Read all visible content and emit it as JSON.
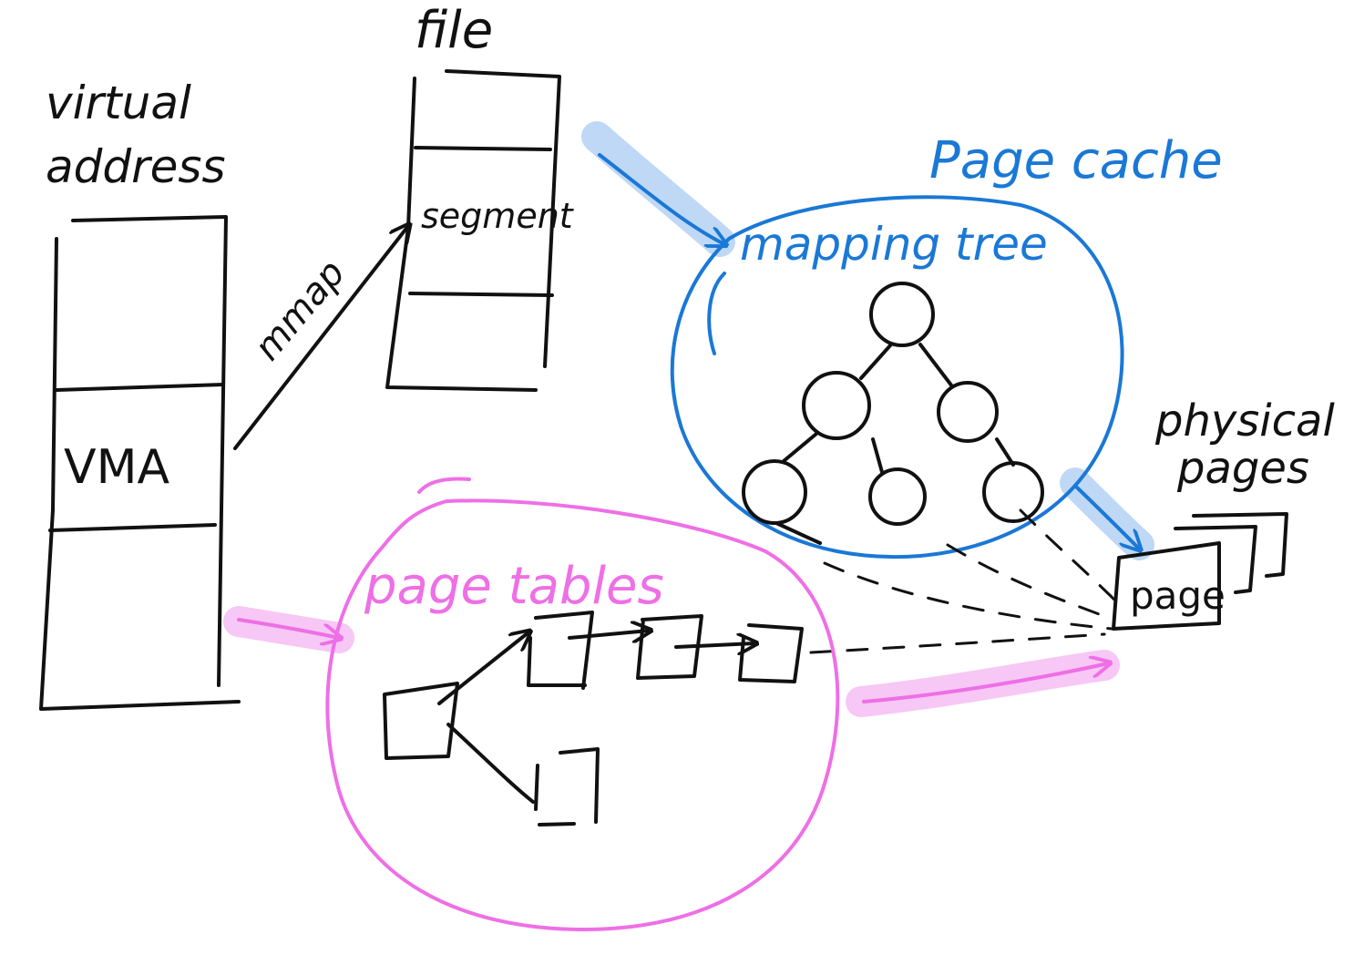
{
  "labels": {
    "virtual_address_line1": "virtual",
    "virtual_address_line2": "address",
    "vma": "VMA",
    "file": "file",
    "segment": "segment",
    "mmap": "mmap",
    "page_cache": "Page cache",
    "mapping_tree": "mapping tree",
    "physical_pages_line1": "physical",
    "physical_pages_line2": "pages",
    "page": "page",
    "page_tables": "page tables"
  },
  "colors": {
    "ink": "#111111",
    "page_cache_blue": "#1a78d6",
    "page_tables_pink": "#ee6fe6",
    "highlight_blue": "#bcd6f6",
    "highlight_pink": "#f7c4f4"
  }
}
